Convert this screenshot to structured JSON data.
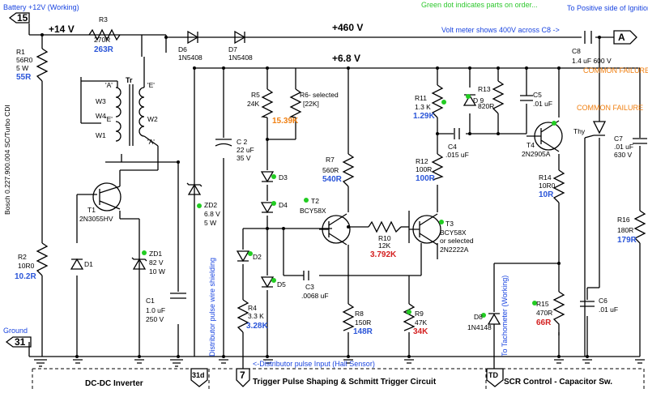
{
  "notes": {
    "green_dot": "Green dot indicates parts on order...",
    "battery": "Battery +12V (Working)",
    "ignition_coil": "To Positive side of Ignition Coil",
    "voltmeter": "Volt meter shows 400V across C8 ->",
    "dist_input": "<-Distributor pulse Input (Hall Sensor)",
    "dist_shield": "Distributor pulse wire shielding",
    "tachometer": "To Tachometer (Working)",
    "vertical_label": "Bosch 0.227.900.004  SC/Turbo CDI",
    "ground": "Ground"
  },
  "rails": {
    "v14": "+14 V",
    "v460": "+460 V",
    "v68": "+6.8 V"
  },
  "terminals": {
    "t15": "15",
    "tA": "A",
    "t31": "31",
    "t31d": "31d",
    "t7": "7",
    "tTD": "TD"
  },
  "sections": {
    "dcdc": "DC-DC Inverter",
    "trigger": "Trigger Pulse Shaping & Schmitt Trigger Circuit",
    "scr": "SCR Control - Capacitor Sw."
  },
  "transformer": {
    "name": "Tr",
    "w1": "W1",
    "w2": "W2",
    "w3": "W3",
    "w4": "W4",
    "mark_a": "'A'",
    "mark_e": "'E'"
  },
  "components": {
    "R1": {
      "ref": "R1",
      "value": "56R0",
      "rating": "5 W",
      "measured": "55R"
    },
    "R3": {
      "ref": "R3",
      "value": "270R",
      "measured": "263R"
    },
    "D6": {
      "ref": "D6",
      "value": "1N5408"
    },
    "D7": {
      "ref": "D7",
      "value": "1N5408"
    },
    "C8": {
      "ref": "C8",
      "value": "1.4 uF  600 V",
      "note": "COMMON FAILURE"
    },
    "R5": {
      "ref": "R5",
      "value": "24K"
    },
    "R6": {
      "ref": "R6- selected",
      "value": "[22K]",
      "measured": "15.39K"
    },
    "C2": {
      "ref": "C 2",
      "value": "22 uF",
      "rating": "35 V"
    },
    "R11": {
      "ref": "R11",
      "value": "1.3 K",
      "measured": "1.29K"
    },
    "D9": {
      "ref": "D 9"
    },
    "R13": {
      "ref": "R13",
      "value": "820R"
    },
    "C5": {
      "ref": "C5",
      "value": ".01 uF"
    },
    "C4": {
      "ref": "C4",
      "value": ".015 uF"
    },
    "T4": {
      "ref": "T4",
      "value": "2N2905A"
    },
    "Thy": {
      "ref": "Thy",
      "note": "COMMON FAILURE"
    },
    "C7": {
      "ref": "C7",
      "value": ".01 uF",
      "rating": "630 V"
    },
    "D3": {
      "ref": "D3"
    },
    "D4": {
      "ref": "D4"
    },
    "R7": {
      "ref": "R7",
      "value": "560R",
      "measured": "540R"
    },
    "R12": {
      "ref": "R12",
      "value": "100R",
      "measured": "100R"
    },
    "R14": {
      "ref": "R14",
      "value": "10R0",
      "measured": "10R"
    },
    "T1": {
      "ref": "T1",
      "value": "2N3055HV"
    },
    "ZD2": {
      "ref": "ZD2",
      "value": "6.8 V",
      "rating": "5 W"
    },
    "T2": {
      "ref": "T2",
      "value": "BCY58X"
    },
    "T3": {
      "ref": "T3",
      "value": "BCY58X",
      "alt": "or selected",
      "alt2": "2N2222A"
    },
    "R10": {
      "ref": "R10",
      "value": "12K",
      "measured": "3.792K"
    },
    "R16": {
      "ref": "R16",
      "value": "180R",
      "measured": "179R"
    },
    "R2": {
      "ref": "R2",
      "value": "10R0",
      "measured": "10.2R"
    },
    "D1": {
      "ref": "D1"
    },
    "ZD1": {
      "ref": "ZD1",
      "value": "82 V",
      "rating": "10 W"
    },
    "D2": {
      "ref": "D2"
    },
    "D5": {
      "ref": "D5"
    },
    "C3": {
      "ref": "C3",
      "value": ".0068 uF"
    },
    "C1": {
      "ref": "C1",
      "value": "1.0 uF",
      "rating": "250 V"
    },
    "R4": {
      "ref": "R4",
      "value": "3.3 K",
      "measured": "3.28K"
    },
    "R8": {
      "ref": "R8",
      "value": "150R",
      "measured": "148R"
    },
    "R9": {
      "ref": "R9",
      "value": "47K",
      "measured": "34K"
    },
    "D8": {
      "ref": "D8",
      "value": "1N4148"
    },
    "R15": {
      "ref": "R15",
      "value": "470R",
      "measured": "66R"
    },
    "C6": {
      "ref": "C6",
      "value": ".01 uF"
    }
  },
  "colors": {
    "measured_ok": "#2a55d8",
    "measured_bad": "#d42020",
    "failure_note": "#f07f10",
    "on_order": "#22cc22",
    "annotation": "#1a45e0"
  }
}
